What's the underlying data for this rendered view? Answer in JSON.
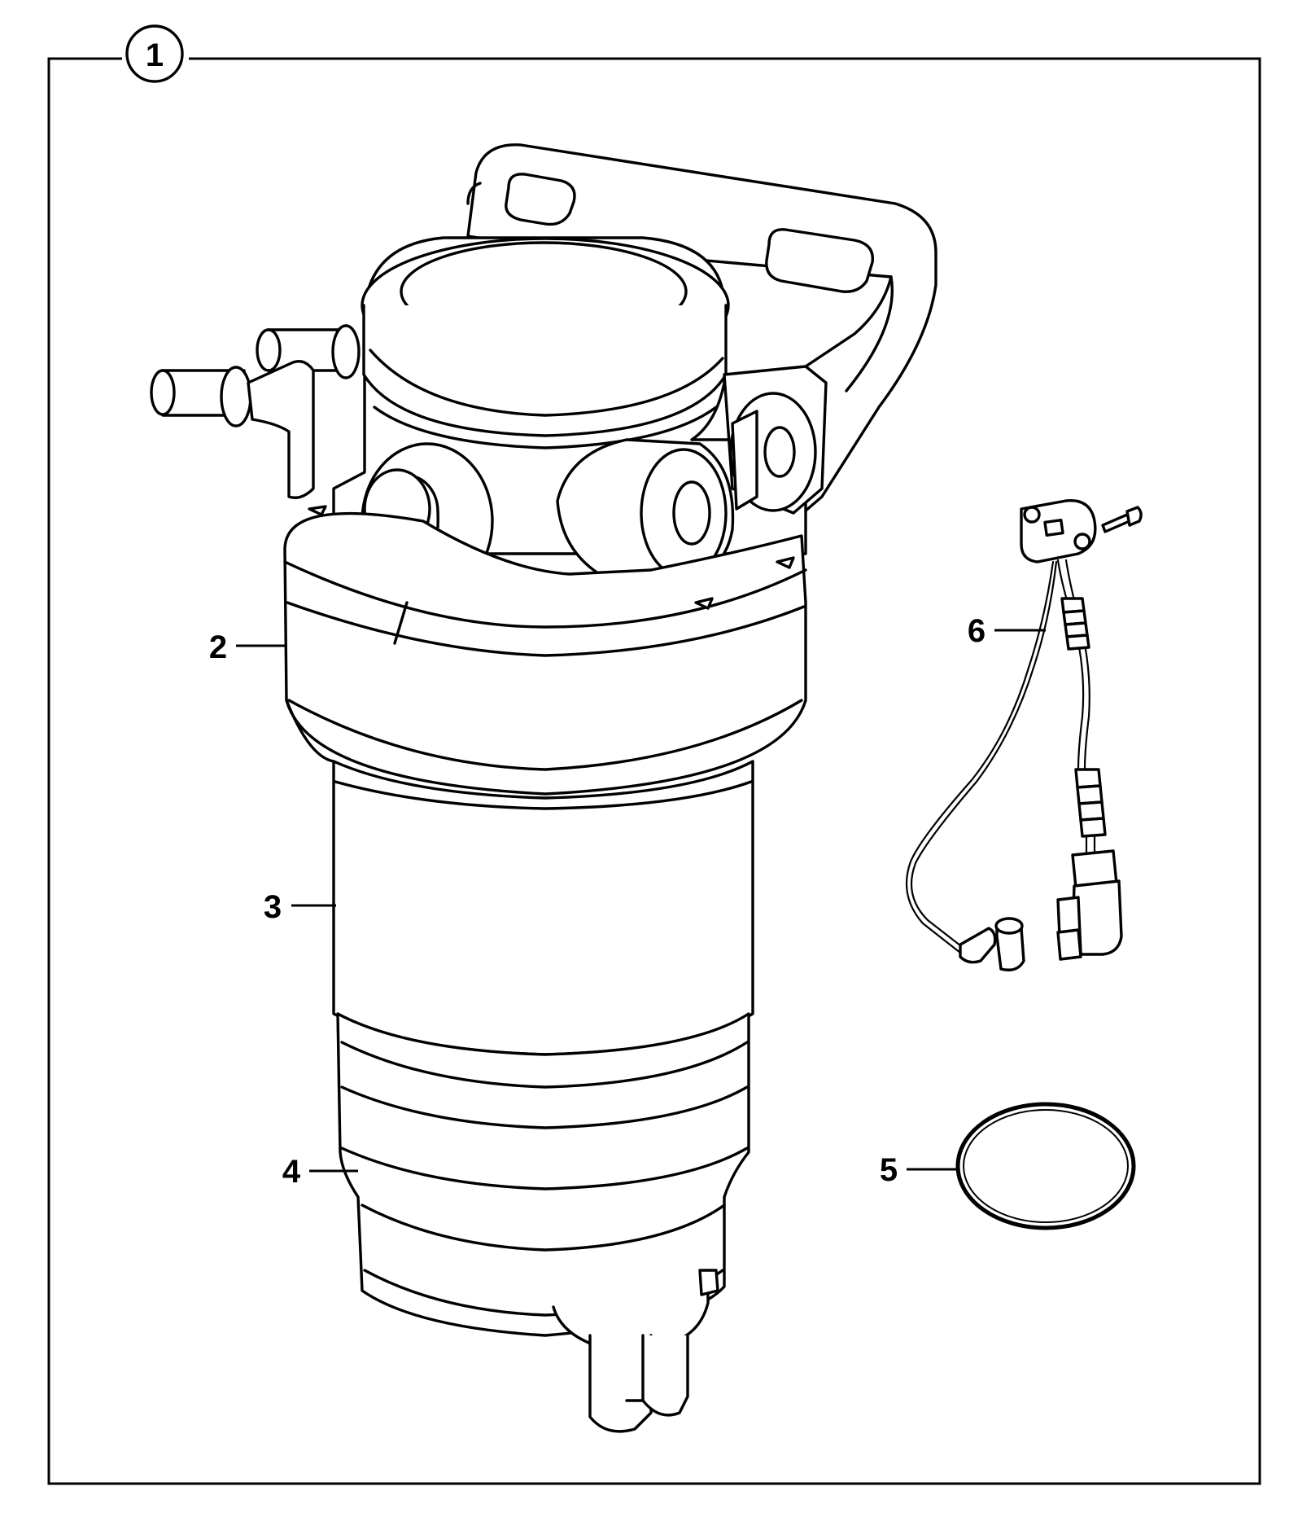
{
  "diagram": {
    "group_callout": "1",
    "callouts": [
      {
        "id": "2",
        "part": "filter-head"
      },
      {
        "id": "3",
        "part": "filter-element"
      },
      {
        "id": "4",
        "part": "water-bowl"
      },
      {
        "id": "5",
        "part": "o-ring-seal"
      },
      {
        "id": "6",
        "part": "water-in-fuel-sensor"
      }
    ]
  }
}
